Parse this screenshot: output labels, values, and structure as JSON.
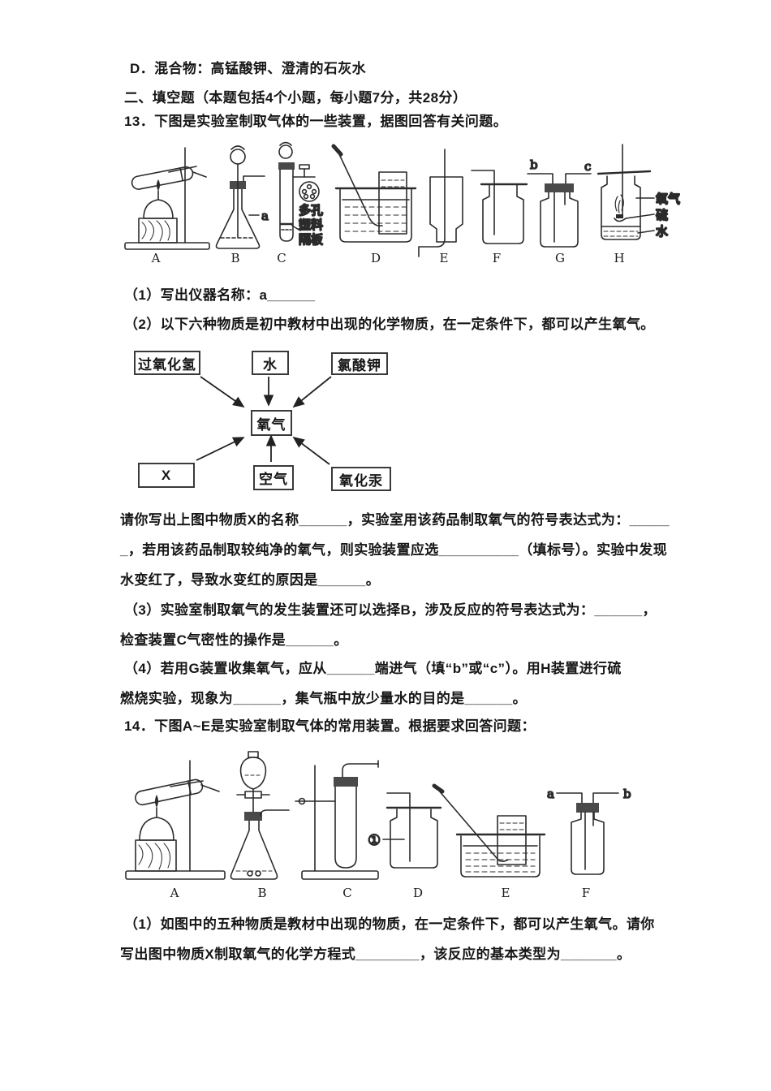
{
  "document": {
    "lines": {
      "option_d": "D．混合物：高锰酸钾、澄清的石灰水",
      "section_header": "二、填空题（本题包括4个小题，每小题7分，共28分）",
      "q13_stem": "13．下图是实验室制取气体的一些装置，据图回答有关问题。",
      "q13_sub1": "（1）写出仪器名称：a______",
      "q13_sub2": "（2）以下六种物质是初中教材中出现的化学物质，在一定条件下，都可以产生氧气。",
      "q13_para1": "请你写出上图中物质X的名称______，实验室用该药品制取氧气的符号表达式为：_____",
      "q13_para2": "_，若用该药品制取较纯净的氧气，则实验装置应选__________（填标号）。实验中发现",
      "q13_para3": "水变红了，导致水变红的原因是______。",
      "q13_sub3a": "（3）实验室制取氧气的发生装置还可以选择B，涉及反应的符号表达式为：______，",
      "q13_sub3b": "检查装置C气密性的操作是______。",
      "q13_sub4a": "（4）若用G装置收集氧气，应从______端进气（填“b”或“c”）。用H装置进行硫",
      "q13_sub4b": "燃烧实验，现象为______，集气瓶中放少量水的目的是______。",
      "q14_stem": "14．下图A~E是实验室制取气体的常用装置。根据要求回答问题：",
      "q14_sub1a": "（1）如图中的五种物质是教材中出现的物质，在一定条件下，都可以产生氧气。请你",
      "q14_sub1b": "写出图中物质X制取氧气的化学方程式________，该反应的基本类型为_______。"
    },
    "diagram1": {
      "labels": [
        "A",
        "B",
        "C",
        "D",
        "E",
        "F",
        "G",
        "H"
      ],
      "flask_part": "a",
      "c_note": [
        "多孔",
        "塑料",
        "隔板"
      ],
      "g_port_left": "b",
      "g_port_right": "c",
      "h_gas": "氧气",
      "h_solid": "硫",
      "h_water": "水"
    },
    "flowchart": {
      "top_left": "过氧化氢",
      "top_center": "水",
      "top_right": "氯酸钾",
      "center": "氧气",
      "bottom_left": "X",
      "bottom_center": "空气",
      "bottom_right": "氧化汞"
    },
    "diagram2": {
      "labels": [
        "A",
        "B",
        "C",
        "D",
        "E",
        "F"
      ],
      "d_marker": "①",
      "f_port_left": "a",
      "f_port_right": "b"
    }
  }
}
